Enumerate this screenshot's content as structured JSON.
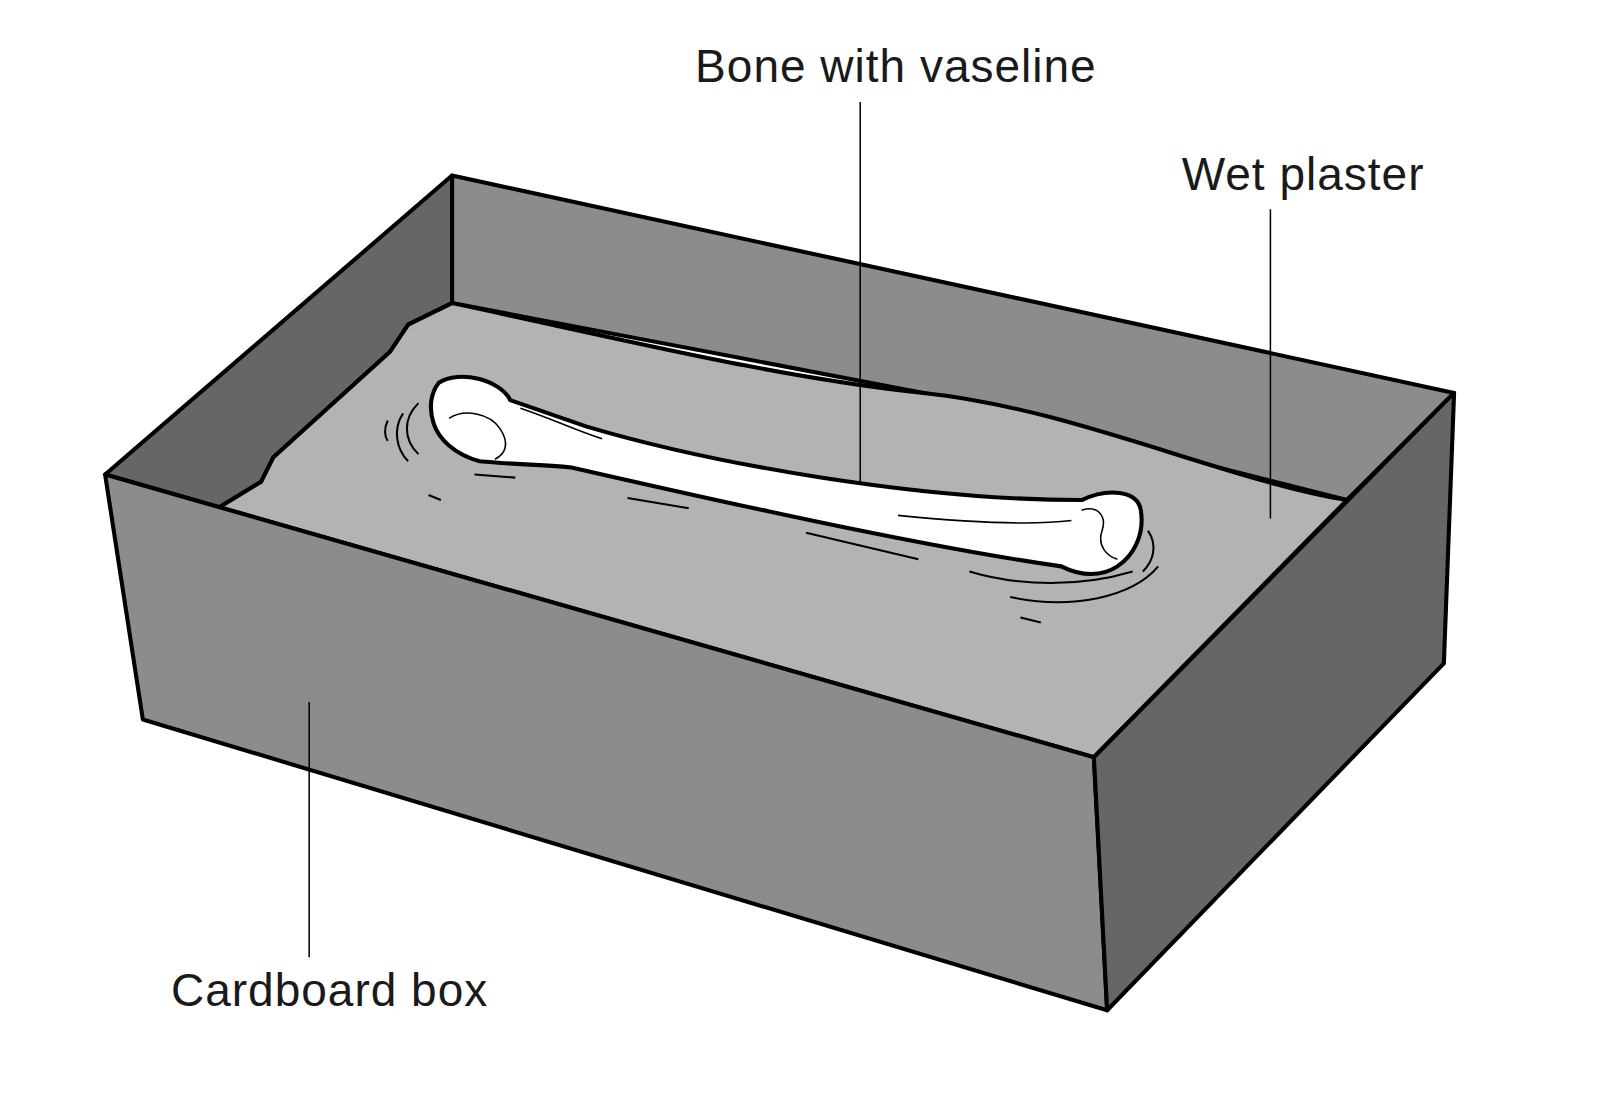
{
  "diagram": {
    "labels": [
      "Bone with vaseline",
      "Wet plaster",
      "Cardboard box"
    ]
  }
}
